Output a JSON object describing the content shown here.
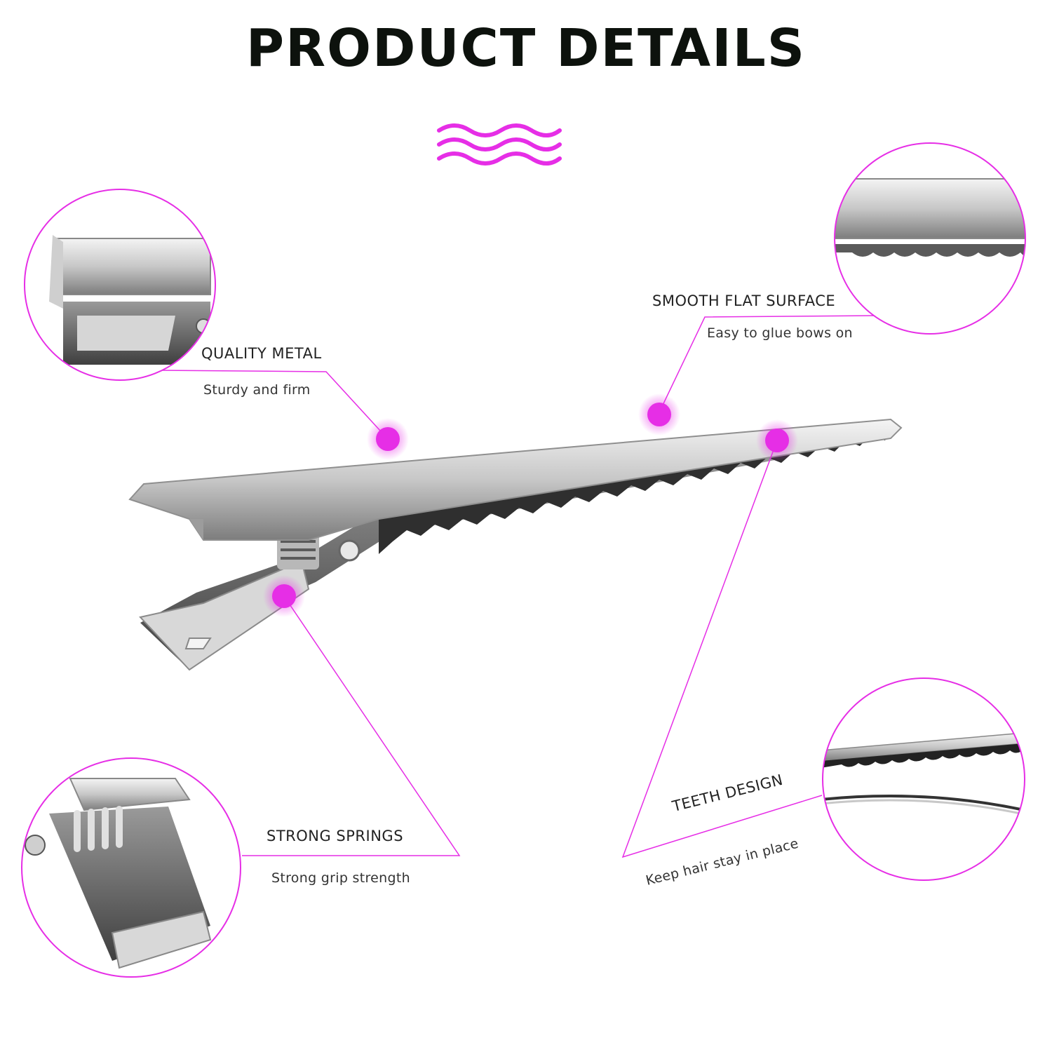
{
  "title": "PRODUCT DETAILS",
  "colors": {
    "accent": "#e62ee6",
    "title": "#0d120d",
    "metal": "#c9c9c9"
  },
  "icons": {
    "divider": "wave-lines-icon",
    "hotspot": "dot-marker-icon"
  },
  "features": [
    {
      "label": "QUALITY METAL",
      "description": "Sturdy and firm"
    },
    {
      "label": "SMOOTH FLAT SURFACE",
      "description": "Easy to glue bows on"
    },
    {
      "label": "STRONG SPRINGS",
      "description": "Strong grip strength"
    },
    {
      "label": "TEETH DESIGN",
      "description": "Keep hair stay in place"
    }
  ]
}
